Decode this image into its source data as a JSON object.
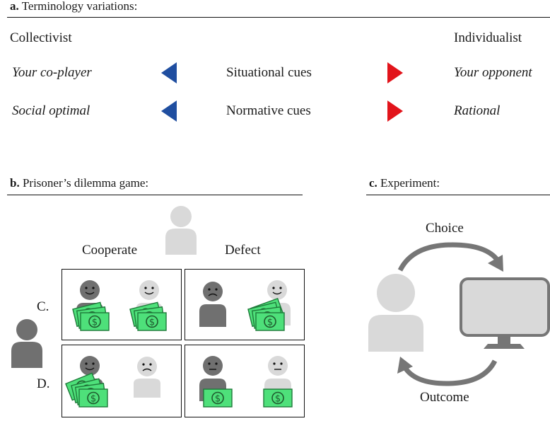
{
  "section_a": {
    "letter": "a.",
    "title": "Terminology variations:",
    "left_heading": "Collectivist",
    "right_heading": "Individualist",
    "rows": [
      {
        "left": "Your co-player",
        "center": "Situational cues",
        "right": "Your opponent"
      },
      {
        "left": "Social optimal",
        "center": "Normative cues",
        "right": "Rational"
      }
    ]
  },
  "section_b": {
    "letter": "b.",
    "title": "Prisoner’s dilemma game:",
    "col_labels": [
      "Cooperate",
      "Defect"
    ],
    "row_labels": [
      "C.",
      "D."
    ]
  },
  "section_c": {
    "letter": "c.",
    "title": "Experiment:",
    "top_label": "Choice",
    "bottom_label": "Outcome"
  },
  "colors": {
    "left_arrow": "#1f4ea0",
    "right_arrow": "#e2141b",
    "dark_person": "#707070",
    "light_person": "#d9d9d9",
    "money": "#4ee07a",
    "money_border": "#1f7a3a"
  },
  "icons": [
    "person-icon",
    "smile-face-icon",
    "frown-face-icon",
    "neutral-face-icon",
    "money-bill-icon",
    "monitor-icon",
    "cycle-arrow-icon"
  ]
}
